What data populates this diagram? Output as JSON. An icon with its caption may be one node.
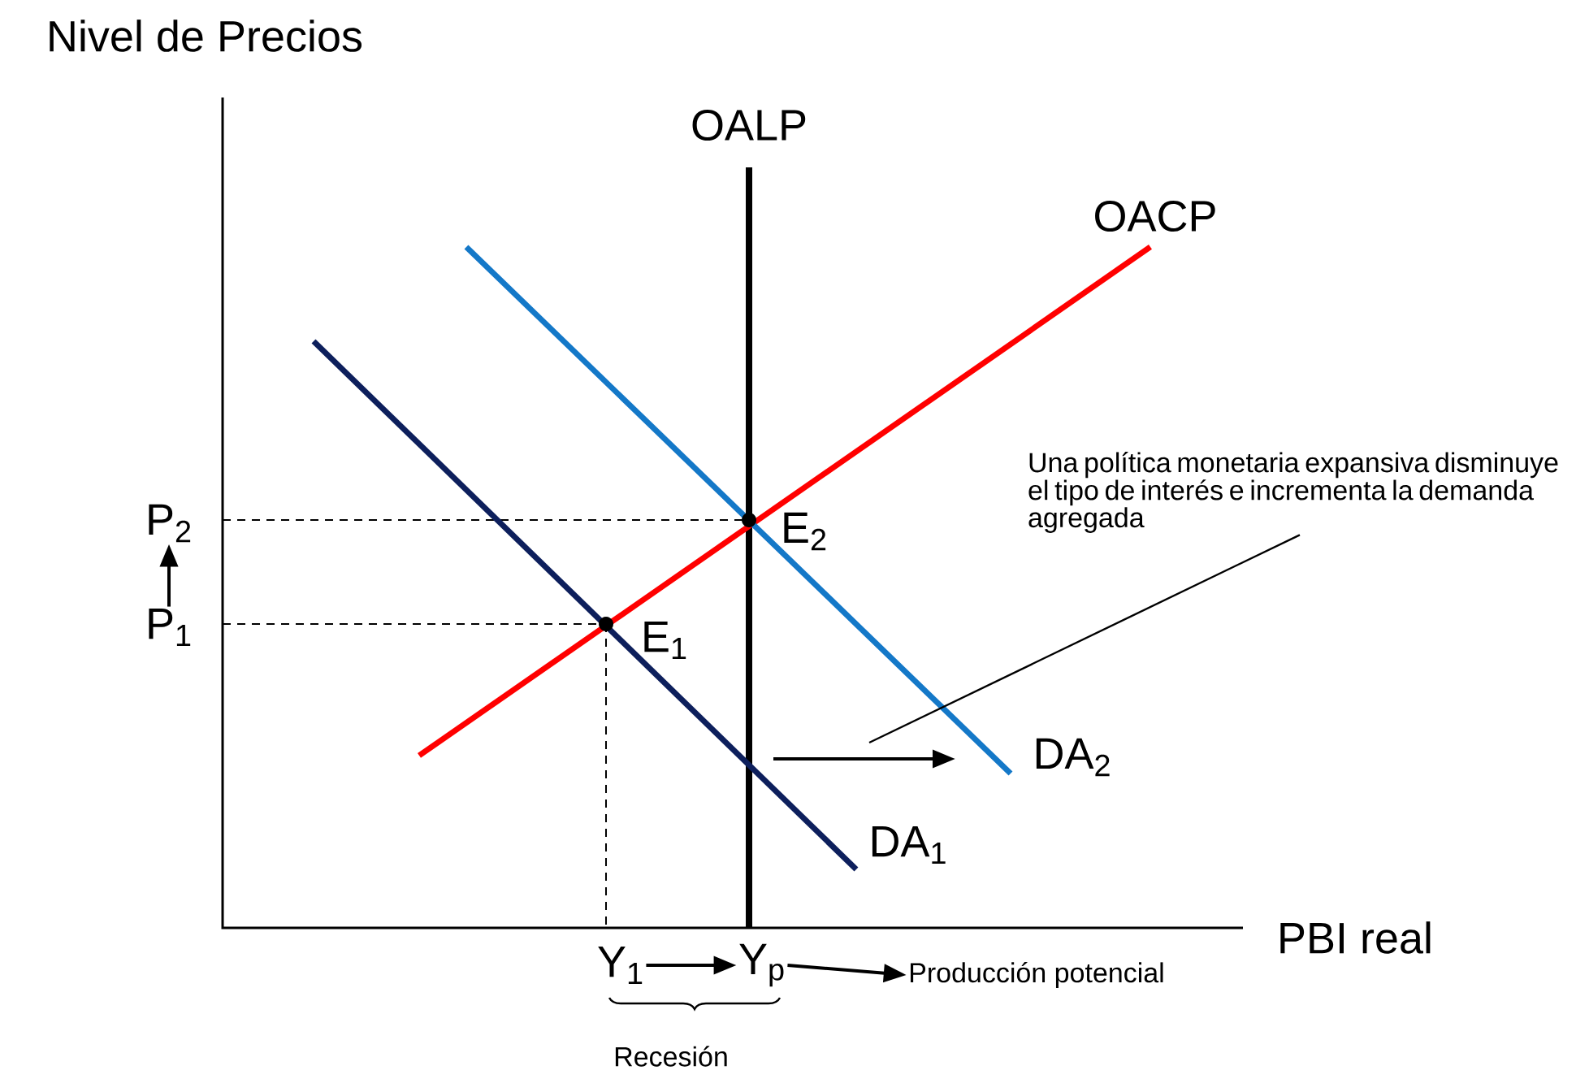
{
  "diagram": {
    "nodes": [
      {
        "text": [
          "P$_{2}$"
        ]
      },
      {
        "text": [
          "P$_{1}$"
        ]
      },
      {
        "text": [
          "Y$_{1}$"
        ]
      },
      {
        "text": [
          "Y$_{p}$"
        ]
      },
      {
        "text": [
          "Producción potencial"
        ]
      },
      {
        "text": [
          "Una política monetaria expansiva disminuye el tipo de interés e incrementa la demanda agregada"
        ]
      }
    ],
    "edges": [
      {
        "from": 1,
        "to": 0,
        "arrow": "to"
      },
      {
        "from": 2,
        "to": 3,
        "arrow": "to"
      },
      {
        "from": 3,
        "to": 4,
        "arrow": "to"
      },
      {
        "from": 5,
        "to": null,
        "arrow": "none"
      }
    ],
    "labels": [
      "Nivel de Precios",
      "OALP",
      "OACP",
      "E$_{2}$",
      "E$_{1}$",
      "DA$_{2}$",
      "DA$_{1}$",
      "PBI real",
      "Recesión"
    ]
  }
}
